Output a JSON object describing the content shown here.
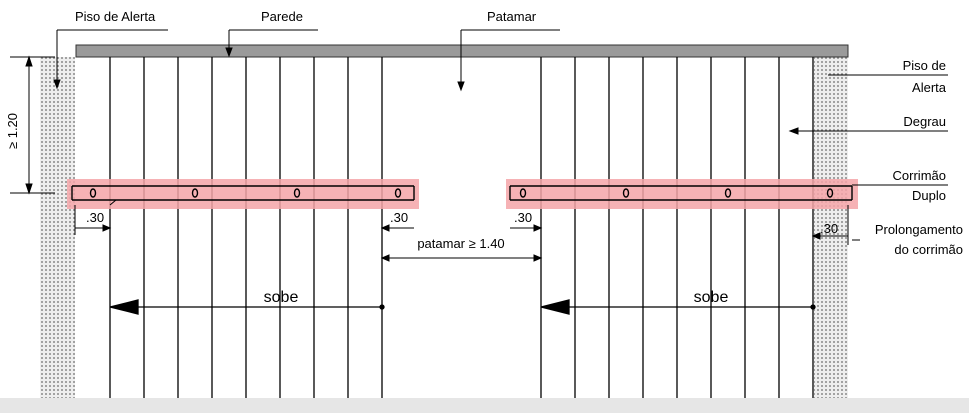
{
  "labels": {
    "piso_alerta_top": "Piso de Alerta",
    "parede": "Parede",
    "patamar": "Patamar",
    "piso_alerta_right_1": "Piso de",
    "piso_alerta_right_2": "Alerta",
    "degrau": "Degrau",
    "corrimao_1": "Corrimão",
    "corrimao_2": "Duplo",
    "prolong_1": "Prolongamento",
    "prolong_2": "do corrimão",
    "height_dim": "≥ 1.20",
    "dim_30_left": ".30",
    "dim_30_mid_left": ".30",
    "dim_30_mid_right": ".30",
    "dim_30_right": ".30",
    "patamar_dim": "patamar ≥ 1.40",
    "sobe_left": "sobe",
    "sobe_right": "sobe"
  },
  "colors": {
    "wall": "#9a9a9a",
    "handrail_highlight": "#f4a5a8",
    "tactile": "#d9d9d9",
    "lines": "#000000"
  }
}
